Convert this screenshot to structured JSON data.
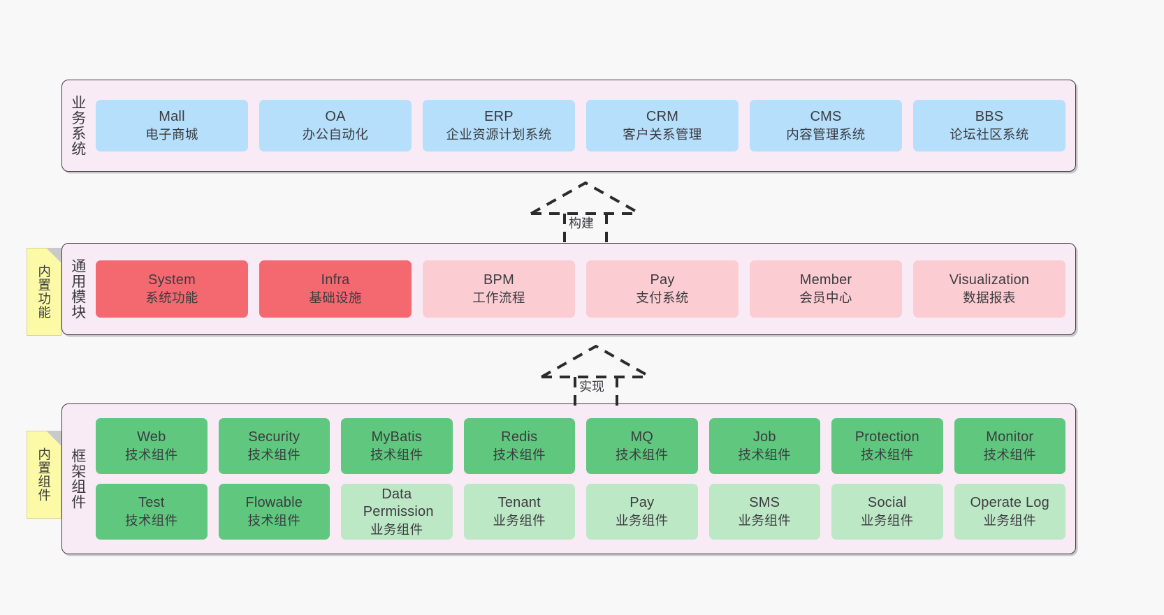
{
  "diagram": {
    "title_semantic": "ruoyi-vue-pro architecture layers",
    "background": "#f8f8f8",
    "panel_bg": "#f8ebf5",
    "panel_border": "#3c3c40"
  },
  "layers": [
    {
      "id": "business-systems",
      "side_title": "业务系统",
      "note": null,
      "rows": [
        {
          "cards": [
            {
              "en": "Mall",
              "cn": "电子商城",
              "color": "#b5dffb",
              "tone": "blue"
            },
            {
              "en": "OA",
              "cn": "办公自动化",
              "color": "#b5dffb",
              "tone": "blue"
            },
            {
              "en": "ERP",
              "cn": "企业资源计划系统",
              "color": "#b5dffb",
              "tone": "blue"
            },
            {
              "en": "CRM",
              "cn": "客户关系管理",
              "color": "#b5dffb",
              "tone": "blue"
            },
            {
              "en": "CMS",
              "cn": "内容管理系统",
              "color": "#b5dffb",
              "tone": "blue"
            },
            {
              "en": "BBS",
              "cn": "论坛社区系统",
              "color": "#b5dffb",
              "tone": "blue"
            }
          ]
        }
      ]
    },
    {
      "id": "common-modules",
      "side_title": "通用模块",
      "note": "内置功能",
      "rows": [
        {
          "cards": [
            {
              "en": "System",
              "cn": "系统功能",
              "color": "#f4696f",
              "tone": "red"
            },
            {
              "en": "Infra",
              "cn": "基础设施",
              "color": "#f4696f",
              "tone": "red"
            },
            {
              "en": "BPM",
              "cn": "工作流程",
              "color": "#fbcdd3",
              "tone": "pink"
            },
            {
              "en": "Pay",
              "cn": "支付系统",
              "color": "#fbcdd3",
              "tone": "pink"
            },
            {
              "en": "Member",
              "cn": "会员中心",
              "color": "#fbcdd3",
              "tone": "pink"
            },
            {
              "en": "Visualization",
              "cn": "数据报表",
              "color": "#fbcdd3",
              "tone": "pink"
            }
          ]
        }
      ]
    },
    {
      "id": "framework-components",
      "side_title": "框架组件",
      "note": "内置组件",
      "rows": [
        {
          "cards": [
            {
              "en": "Web",
              "cn": "技术组件",
              "color": "#5fc87e",
              "tone": "green"
            },
            {
              "en": "Security",
              "cn": "技术组件",
              "color": "#5fc87e",
              "tone": "green"
            },
            {
              "en": "MyBatis",
              "cn": "技术组件",
              "color": "#5fc87e",
              "tone": "green"
            },
            {
              "en": "Redis",
              "cn": "技术组件",
              "color": "#5fc87e",
              "tone": "green"
            },
            {
              "en": "MQ",
              "cn": "技术组件",
              "color": "#5fc87e",
              "tone": "green"
            },
            {
              "en": "Job",
              "cn": "技术组件",
              "color": "#5fc87e",
              "tone": "green"
            },
            {
              "en": "Protection",
              "cn": "技术组件",
              "color": "#5fc87e",
              "tone": "green"
            },
            {
              "en": "Monitor",
              "cn": "技术组件",
              "color": "#5fc87e",
              "tone": "green"
            }
          ]
        },
        {
          "cards": [
            {
              "en": "Test",
              "cn": "技术组件",
              "color": "#5fc87e",
              "tone": "green"
            },
            {
              "en": "Flowable",
              "cn": "技术组件",
              "color": "#5fc87e",
              "tone": "green"
            },
            {
              "en": "Data Permission",
              "cn": "业务组件",
              "color": "#bde8c6",
              "tone": "mint"
            },
            {
              "en": "Tenant",
              "cn": "业务组件",
              "color": "#bde8c6",
              "tone": "mint"
            },
            {
              "en": "Pay",
              "cn": "业务组件",
              "color": "#bde8c6",
              "tone": "mint"
            },
            {
              "en": "SMS",
              "cn": "业务组件",
              "color": "#bde8c6",
              "tone": "mint"
            },
            {
              "en": "Social",
              "cn": "业务组件",
              "color": "#bde8c6",
              "tone": "mint"
            },
            {
              "en": "Operate Log",
              "cn": "业务组件",
              "color": "#bde8c6",
              "tone": "mint"
            }
          ]
        }
      ]
    }
  ],
  "connectors": [
    {
      "id": "build",
      "label": "构建",
      "from": "common-modules",
      "to": "business-systems"
    },
    {
      "id": "implement",
      "label": "实现",
      "from": "framework-components",
      "to": "common-modules"
    }
  ]
}
